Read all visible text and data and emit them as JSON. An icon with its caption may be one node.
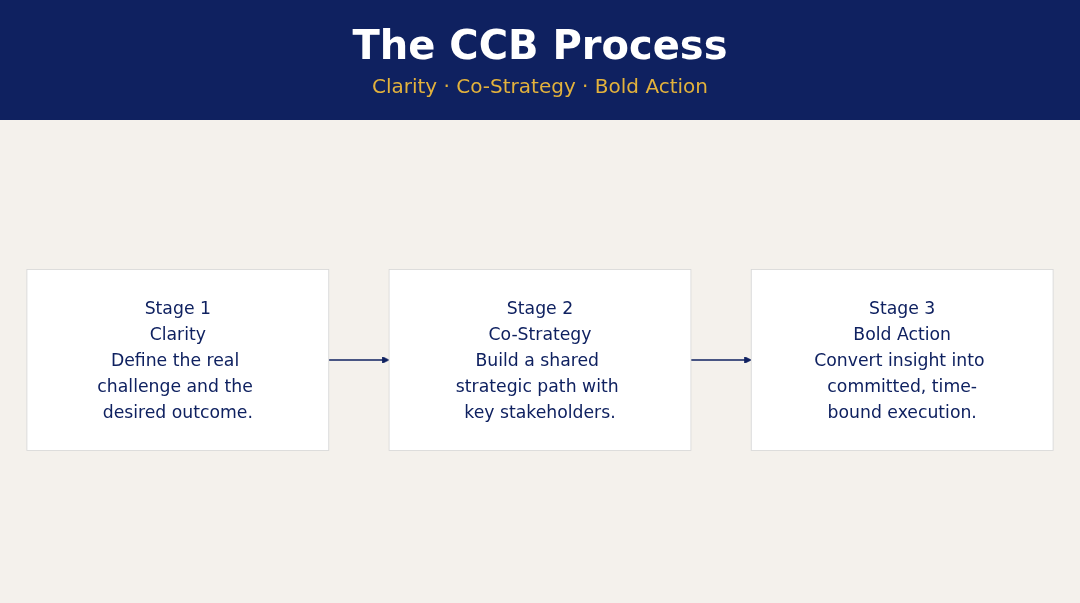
{
  "diagram": {
    "title": "The CCB Process",
    "nodes": [
      {
        "text": [
          "Stage 1",
          "Clarity",
          "Define the real challenge and the desired outcome."
        ]
      },
      {
        "text": [
          "Stage 2",
          "Co-Strategy",
          "Build a shared strategic path with key stakeholders."
        ]
      },
      {
        "text": [
          "Stage 3",
          "Bold Action",
          "Convert insight into committed, time-bound execution."
        ]
      }
    ],
    "edges": [
      {
        "from": 0,
        "to": 1,
        "arrow": "to"
      },
      {
        "from": 1,
        "to": 2,
        "arrow": "to"
      }
    ],
    "labels": [
      "Clarity · Co-Strategy · Bold Action"
    ]
  }
}
